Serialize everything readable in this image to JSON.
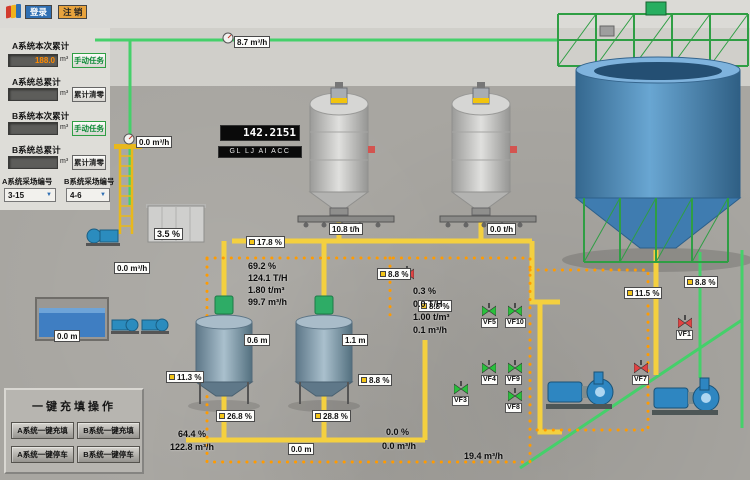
{
  "header": {
    "login": "登录",
    "logout": "注 销"
  },
  "icons": {
    "dropdown_arrow": "▼"
  },
  "accumulators": {
    "rows": [
      {
        "label": "A系统本次累计",
        "value": "188.0",
        "unit": "m³",
        "button": "手动任务"
      },
      {
        "label": "A系统总累计",
        "value": "",
        "unit": "m³",
        "button": "累计清零"
      },
      {
        "label": "B系统本次累计",
        "value": "",
        "unit": "m³",
        "button": "手动任务"
      },
      {
        "label": "B系统总累计",
        "value": "",
        "unit": "m³",
        "button": "累计清零"
      }
    ],
    "stope_a": {
      "label": "A系统采场编号",
      "value": "3-15"
    },
    "stope_b": {
      "label": "B系统采场编号",
      "value": "4-6"
    }
  },
  "readouts": {
    "top_flow": "8.7 m³/h",
    "counter": "142.2151",
    "counter_tag": "GL LJ AI ACC",
    "left_flow_upper": "0.0 m³/h",
    "lime_tank_level": "3.5 %",
    "left_flow_lower": "0.0 m³/h",
    "belt_a_rate": "10.8 t/h",
    "belt_b_rate": "0.0 t/h",
    "pool_level": "0.0 m",
    "mixer1_level": "0.6 m",
    "mixer2_level": "1.1 m",
    "discharge_level": "0.0 m",
    "underflow_pct": "64.4 %",
    "underflow_flow": "122.8 m³/h",
    "b_underflow_pct": "0.0 %",
    "b_underflow_flow": "0.0 m³/h",
    "return_flow": "19.4 m³/h"
  },
  "group_a": {
    "c1": "69.2 %",
    "c2": "124.1 T/H",
    "c3": "1.80 t/m³",
    "c4": "99.7 m³/h"
  },
  "group_b": {
    "c1": "0.3 %",
    "c2": "0.0 T/H",
    "c3": "1.00 t/m³",
    "c4": "0.1 m³/h"
  },
  "sensors": {
    "s1": "17.8 %",
    "s2": "8.8 %",
    "s3": "8.8 %",
    "s4": "11.3 %",
    "s5": "8.8 %",
    "s6": "26.8 %",
    "s7": "28.8 %",
    "s8": "11.5 %",
    "s9": "8.8 %"
  },
  "valves": {
    "vf1": "VF1",
    "vf3": "VF3",
    "vf4": "VF4",
    "vf5": "VF5",
    "vf7": "VF7",
    "vf8": "VF8",
    "vf9": "VF9",
    "vf10": "VF10"
  },
  "ops": {
    "title": "一键充填操作",
    "buttons": [
      "A系统一键充填",
      "B系统一键充填",
      "A系统一键停车",
      "B系统一键停车"
    ]
  }
}
